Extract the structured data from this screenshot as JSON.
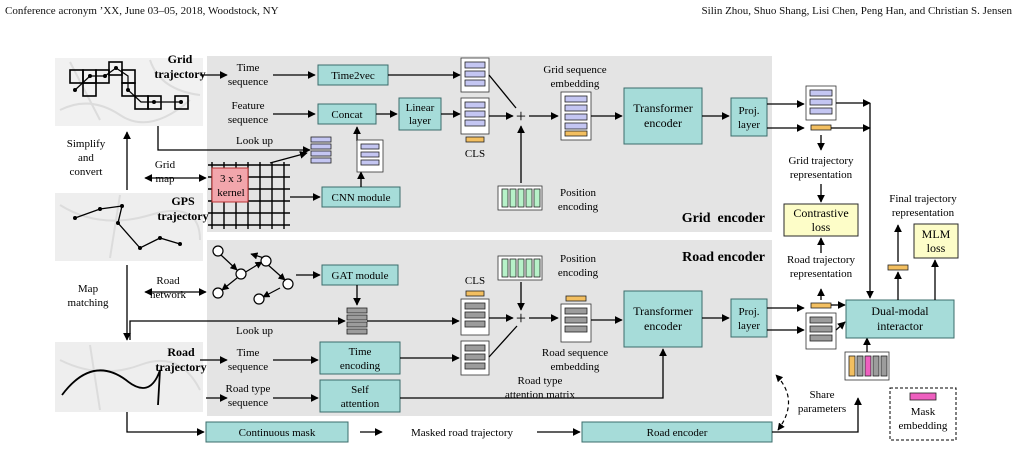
{
  "header": {
    "left": "Conference acronym ’XX, June 03–05, 2018, Woodstock, NY",
    "right": "Silin Zhou, Shuo Shang, Lisi Chen, Peng Han, and Christian S. Jensen"
  },
  "labels": {
    "grid_trajectory": [
      "Grid",
      "trajectory"
    ],
    "gps_trajectory": [
      "GPS",
      "trajectory"
    ],
    "road_trajectory": [
      "Road",
      "trajectory"
    ],
    "simplify": [
      "Simplify",
      "and",
      "convert"
    ],
    "grid_map": [
      "Grid",
      "map"
    ],
    "map_matching": [
      "Map",
      "matching"
    ],
    "road_network": [
      "Road",
      "network"
    ],
    "time_sequence": [
      "Time",
      "sequence"
    ],
    "feature_sequence": [
      "Feature",
      "sequence"
    ],
    "road_type_sequence": [
      "Road type",
      "sequence"
    ],
    "look_up": "Look up",
    "cls": "CLS",
    "position_encoding": [
      "Position",
      "encoding"
    ],
    "grid_seq_emb": [
      "Grid sequence",
      "embedding"
    ],
    "road_seq_emb": [
      "Road sequence",
      "embedding"
    ],
    "grid_traj_repr": [
      "Grid trajectory",
      "representation"
    ],
    "road_traj_repr": [
      "Road trajectory",
      "representation"
    ],
    "final_traj_repr": [
      "Final trajectory",
      "representation"
    ],
    "road_type_attn": [
      "Road type",
      "attention matrix"
    ],
    "masked_road_traj": "Masked road trajectory",
    "share_params": [
      "Share",
      "parameters"
    ],
    "mask_embedding": [
      "Mask",
      "embedding"
    ],
    "kernel": [
      "3 x 3",
      "kernel"
    ],
    "grid_encoder": "Grid  encoder",
    "road_encoder_title": "Road encoder"
  },
  "boxes": {
    "time2vec": "Time2vec",
    "concat": "Concat",
    "linear": [
      "Linear",
      "layer"
    ],
    "cnn": "CNN module",
    "transformer": [
      "Transformer",
      "encoder"
    ],
    "proj": [
      "Proj.",
      "layer"
    ],
    "gat": "GAT module",
    "time_enc": [
      "Time",
      "encoding"
    ],
    "self_attn": [
      "Self",
      "attention"
    ],
    "contrastive": [
      "Contrastive",
      "loss"
    ],
    "mlm": [
      "MLM",
      "loss"
    ],
    "dual_modal": [
      "Dual-modal",
      "interactor"
    ],
    "continuous_mask": "Continuous mask",
    "road_encoder": "Road encoder"
  },
  "colors": {
    "teal_box": "#a6dcd9",
    "yellow_box": "#fdfdc8",
    "panel": "#e4e4e4",
    "grid_token": "#c4c6f2",
    "road_token": "#9c9c9c",
    "pos_token": "#b7f2c9",
    "cls_token": "#f3bf60",
    "mask_token": "#ee5fbf",
    "kernel": "#f2a6ac"
  }
}
